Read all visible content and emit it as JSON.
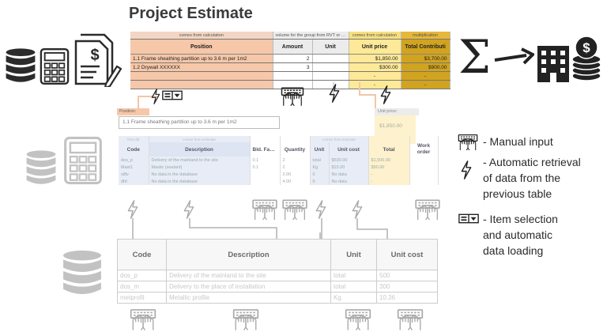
{
  "title": "Project Estimate",
  "top_table": {
    "notes": {
      "calc": "comes from calculation",
      "volume": "volume for the group from RVT or IFC",
      "calc2": "comes from calculation",
      "mult": "multiplication"
    },
    "headers": {
      "position": "Position",
      "amount": "Amount",
      "unit": "Unit",
      "unit_price": "Unit price",
      "total": "Total Contributi"
    },
    "rows": [
      {
        "position": "1.1 Frame sheathing partition up to 3.6 m per 1m2",
        "amount": "2",
        "unit": "",
        "unit_price": "$1,850.00",
        "total": "$3,700.00"
      },
      {
        "position": "1.2 Drywall XXXXXX",
        "amount": "3",
        "unit": "",
        "unit_price": "$300.00",
        "total": "$900.00"
      },
      {
        "position": "",
        "amount": "",
        "unit": "",
        "unit_price": "-",
        "total": "-"
      },
      {
        "position": "",
        "amount": "",
        "unit": "",
        "unit_price": "-",
        "total": "-"
      }
    ]
  },
  "position_box": {
    "label": "Position:",
    "value": "1.1 Frame sheathing partition up to 3.6 m per 1m2"
  },
  "unit_price_box": {
    "label": "Unit price:",
    "value": "$1,850.00"
  },
  "mid_table": {
    "notes": {
      "a": "from db",
      "b": "comes from estimate",
      "c": "comes from estimate"
    },
    "headers": {
      "code": "Code",
      "description": "Description",
      "factor": "Bld. Factor",
      "quantity": "Quantity",
      "unit": "Unit",
      "unit_cost": "Unit cost",
      "total": "Total",
      "work_order": "Work order"
    },
    "rows": [
      {
        "code": "dos_p",
        "description": "Delivery of the mainland to the site",
        "factor": "0.1",
        "quantity": "2",
        "unit": "total",
        "unit_cost": "$500.00",
        "total": "$1,500.00"
      },
      {
        "code": "Mast1",
        "description": "Mastic (sealant)",
        "factor": "0.1",
        "quantity": "2",
        "unit": "Kg",
        "unit_cost": "$15.00",
        "total": "$50.00"
      },
      {
        "code": "stflv",
        "description": "No data in the database",
        "factor": "",
        "quantity": "2.00",
        "unit": "0",
        "unit_cost": "No data",
        "total": "-"
      },
      {
        "code": "dfd",
        "description": "No data in the database",
        "factor": "",
        "quantity": "4.00",
        "unit": "0",
        "unit_cost": "No data",
        "total": "-"
      }
    ]
  },
  "db_table": {
    "headers": {
      "code": "Code",
      "description": "Description",
      "unit": "Unit",
      "unit_cost": "Unit cost"
    },
    "rows": [
      {
        "code": "dos_p",
        "description": "Delivery of the mainland to the site",
        "unit": "total",
        "unit_cost": "500"
      },
      {
        "code": "dos_m",
        "description": "Delivery to the place of installation",
        "unit": "total",
        "unit_cost": "300"
      },
      {
        "code": "metprofil",
        "description": "Metallic profile",
        "unit": "Kg",
        "unit_cost": "10.36"
      }
    ]
  },
  "legend": {
    "manual": "- Manual input",
    "auto": [
      "- Automatic retrieval",
      "of data from the",
      "previous table"
    ],
    "select": [
      "- Item selection",
      "and automatic",
      "data loading"
    ]
  },
  "icons": [
    "database-icon",
    "calculator-icon",
    "invoice-icon",
    "sum-icon",
    "arrow-icon",
    "building-coins-icon",
    "hands-keyboard-icon",
    "lightning-icon",
    "card-select-icon"
  ],
  "colors": {
    "position": "#f6c7a8",
    "unit_price": "#fde997",
    "total": "#d1a31f",
    "mid_blue": "#e7ecf6"
  }
}
